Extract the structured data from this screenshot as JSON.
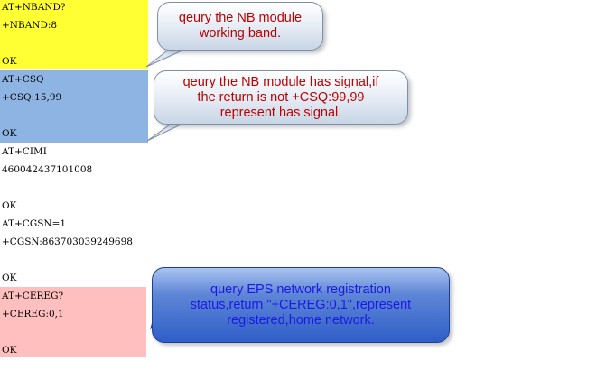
{
  "colors": {
    "yellow_band": "#ffff33",
    "blue_band": "#8eb4e3",
    "pink_band": "#ffbfbf",
    "callout_text_red": "#c00000",
    "callout_text_blue": "#1a1ae6"
  },
  "terminal": {
    "lines": [
      "AT+NBAND?",
      "+NBAND:8",
      "",
      "OK",
      "AT+CSQ",
      "+CSQ:15,99",
      "",
      "OK",
      "AT+CIMI",
      "460042437101008",
      "",
      "OK",
      "AT+CGSN=1",
      "+CGSN:863703039249698",
      "",
      "OK",
      "AT+CEREG?",
      "+CEREG:0,1",
      "",
      "OK"
    ]
  },
  "callouts": {
    "nband": "qeury the NB module\nworking band.",
    "csq": "qeury the NB module has signal,if\nthe return is not +CSQ:99,99\nrepresent has signal.",
    "cereg": "query EPS network registration\nstatus,return \"+CEREG:0,1\",represent\nregistered,home network."
  }
}
